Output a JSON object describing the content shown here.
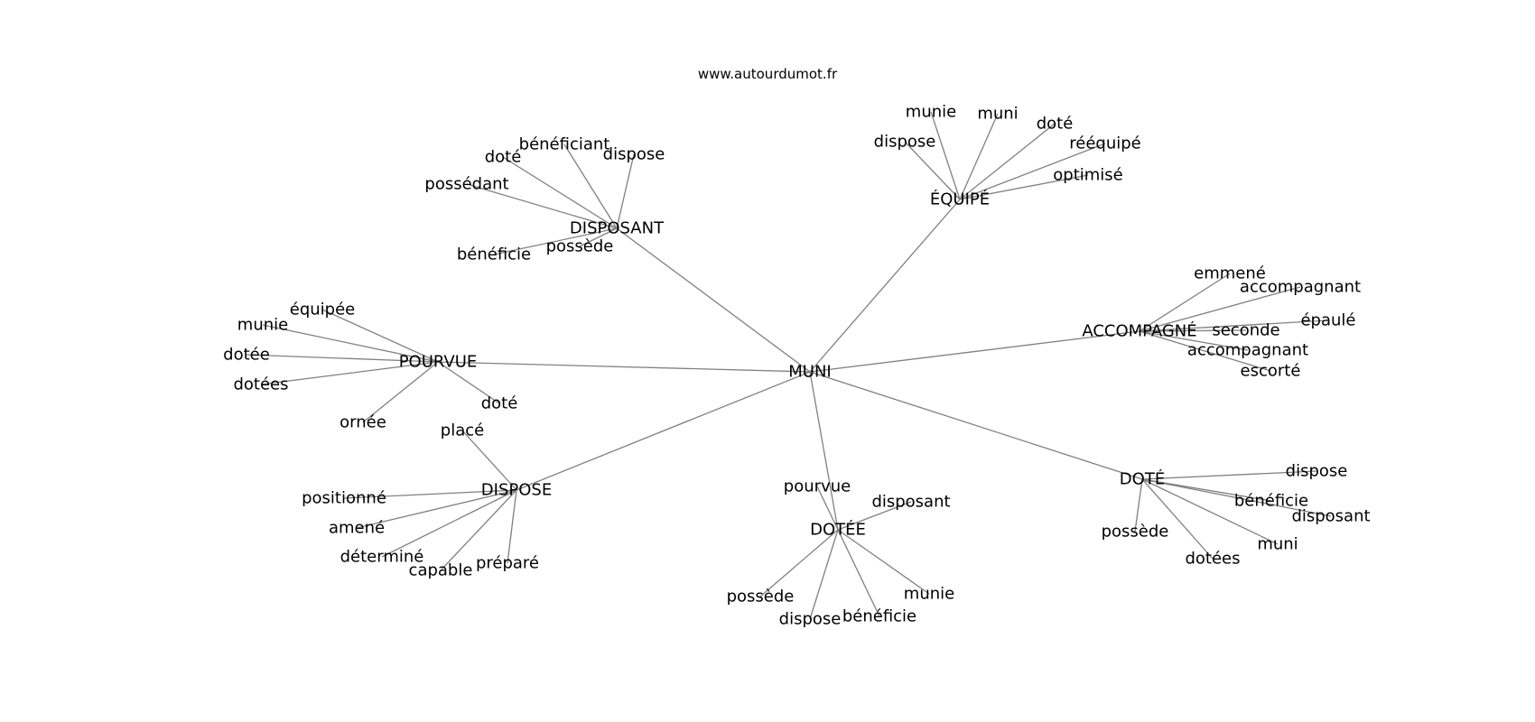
{
  "source": "www.autourdumot.fr",
  "colors": {
    "edge": "#808080",
    "text": "#000000",
    "background": "#ffffff"
  },
  "graph": {
    "center": "MUNI",
    "clusters": [
      {
        "hub": "DISPOSANT",
        "leaves": [
          "bénéficiant",
          "doté",
          "dispose",
          "possédant",
          "bénéficie",
          "possède"
        ]
      },
      {
        "hub": "ÉQUIPÉ",
        "leaves": [
          "munie",
          "muni",
          "doté",
          "dispose",
          "rééquipé",
          "optimisé"
        ]
      },
      {
        "hub": "ACCOMPAGNÉ",
        "leaves": [
          "emmené",
          "accompagnant",
          "épaulé",
          "seconde",
          "accompagnant",
          "escorté"
        ]
      },
      {
        "hub": "POURVUE",
        "leaves": [
          "équipée",
          "munie",
          "dotée",
          "dotées",
          "doté",
          "ornée"
        ]
      },
      {
        "hub": "DISPOSE",
        "leaves": [
          "placé",
          "positionné",
          "amené",
          "déterminé",
          "capable",
          "préparé"
        ]
      },
      {
        "hub": "DOTÉE",
        "leaves": [
          "pourvue",
          "disposant",
          "possède",
          "munie",
          "dispose",
          "bénéficie"
        ]
      },
      {
        "hub": "DOTÉ",
        "leaves": [
          "dispose",
          "bénéficie",
          "disposant",
          "possède",
          "muni",
          "dotées"
        ]
      }
    ]
  }
}
